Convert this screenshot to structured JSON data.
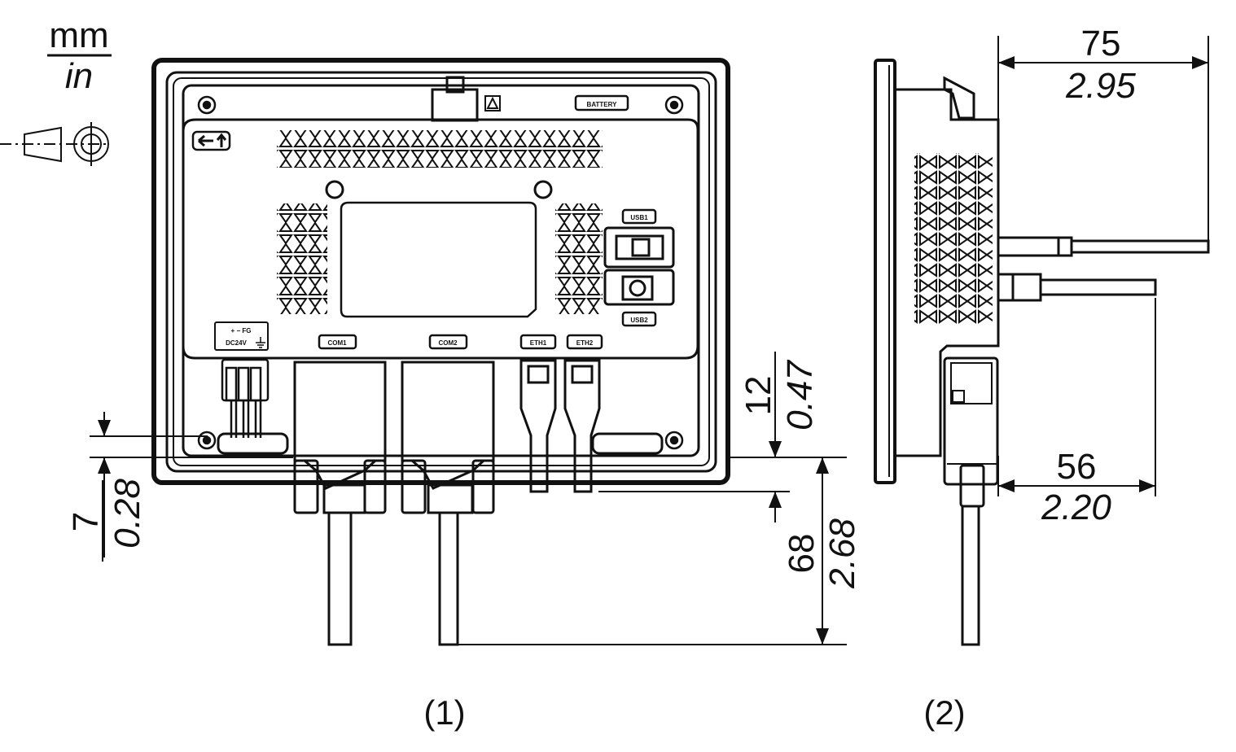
{
  "units": {
    "primary": "mm",
    "secondary": "in"
  },
  "view_1": {
    "caption": "(1)",
    "port_labels": {
      "battery": "BATTERY",
      "usb1": "USB1",
      "usb2": "USB2",
      "com1": "COM1",
      "com2": "COM2",
      "eth1": "ETH1",
      "eth2": "ETH2",
      "power_sign": "+  −  FG",
      "power": "DC24V"
    },
    "dimensions": {
      "left_offset_mm": "7",
      "left_offset_in": "0.28",
      "cable_mm": "68",
      "cable_in": "2.68",
      "bottom_mm": "12",
      "bottom_in": "0.47"
    }
  },
  "view_2": {
    "caption": "(2)",
    "dimensions": {
      "depth_total_mm": "75",
      "depth_total_in": "2.95",
      "depth_usb_mm": "56",
      "depth_usb_in": "2.20"
    }
  },
  "colors": {
    "line": "#111111",
    "background": "#ffffff"
  },
  "icons": [
    "projection-symbol-icon",
    "lock-arrow-icon",
    "ground-icon"
  ]
}
